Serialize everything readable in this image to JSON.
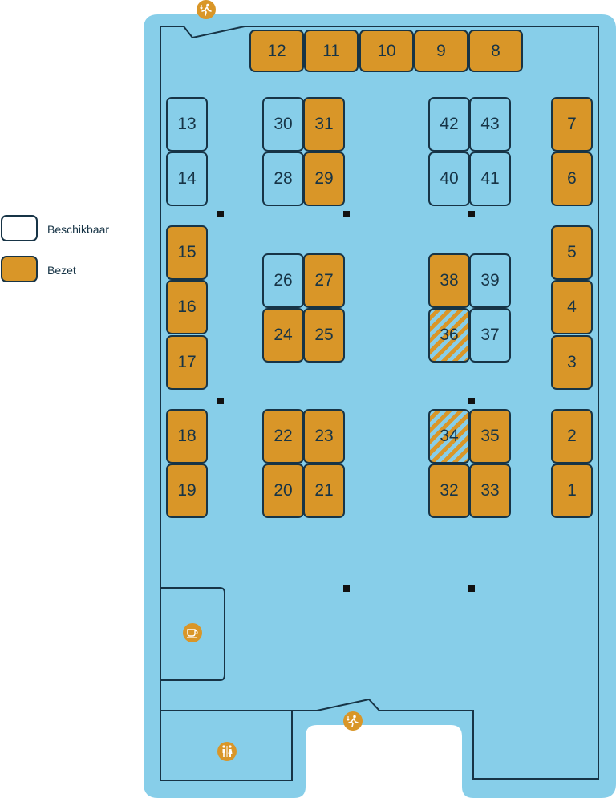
{
  "legend": {
    "available_label": "Beschikbaar",
    "occupied_label": "Bezet",
    "available_color": "#ffffff",
    "occupied_color": "#d99628"
  },
  "colors": {
    "floor": "#87cee9",
    "walls": "#173446",
    "occupied": "#d99628",
    "available": "#87cee9"
  },
  "seats": [
    {
      "number": "12",
      "status": "occupied"
    },
    {
      "number": "11",
      "status": "occupied"
    },
    {
      "number": "10",
      "status": "occupied"
    },
    {
      "number": "9",
      "status": "occupied"
    },
    {
      "number": "8",
      "status": "occupied"
    },
    {
      "number": "13",
      "status": "available"
    },
    {
      "number": "14",
      "status": "available"
    },
    {
      "number": "30",
      "status": "available"
    },
    {
      "number": "31",
      "status": "occupied"
    },
    {
      "number": "28",
      "status": "available"
    },
    {
      "number": "29",
      "status": "occupied"
    },
    {
      "number": "42",
      "status": "available"
    },
    {
      "number": "43",
      "status": "available"
    },
    {
      "number": "40",
      "status": "available"
    },
    {
      "number": "41",
      "status": "available"
    },
    {
      "number": "7",
      "status": "occupied"
    },
    {
      "number": "6",
      "status": "occupied"
    },
    {
      "number": "15",
      "status": "occupied"
    },
    {
      "number": "16",
      "status": "occupied"
    },
    {
      "number": "17",
      "status": "occupied"
    },
    {
      "number": "26",
      "status": "available"
    },
    {
      "number": "27",
      "status": "occupied"
    },
    {
      "number": "24",
      "status": "occupied"
    },
    {
      "number": "25",
      "status": "occupied"
    },
    {
      "number": "38",
      "status": "occupied"
    },
    {
      "number": "39",
      "status": "available"
    },
    {
      "number": "36",
      "status": "partial"
    },
    {
      "number": "37",
      "status": "available"
    },
    {
      "number": "5",
      "status": "occupied"
    },
    {
      "number": "4",
      "status": "occupied"
    },
    {
      "number": "3",
      "status": "occupied"
    },
    {
      "number": "18",
      "status": "occupied"
    },
    {
      "number": "19",
      "status": "occupied"
    },
    {
      "number": "22",
      "status": "occupied"
    },
    {
      "number": "23",
      "status": "occupied"
    },
    {
      "number": "20",
      "status": "occupied"
    },
    {
      "number": "21",
      "status": "occupied"
    },
    {
      "number": "34",
      "status": "partial"
    },
    {
      "number": "35",
      "status": "occupied"
    },
    {
      "number": "32",
      "status": "occupied"
    },
    {
      "number": "33",
      "status": "occupied"
    },
    {
      "number": "2",
      "status": "occupied"
    },
    {
      "number": "1",
      "status": "occupied"
    }
  ],
  "icons": {
    "emergency_exit": "emergency-exit-icon",
    "coffee": "coffee-cup-icon",
    "restroom": "restroom-icon"
  }
}
